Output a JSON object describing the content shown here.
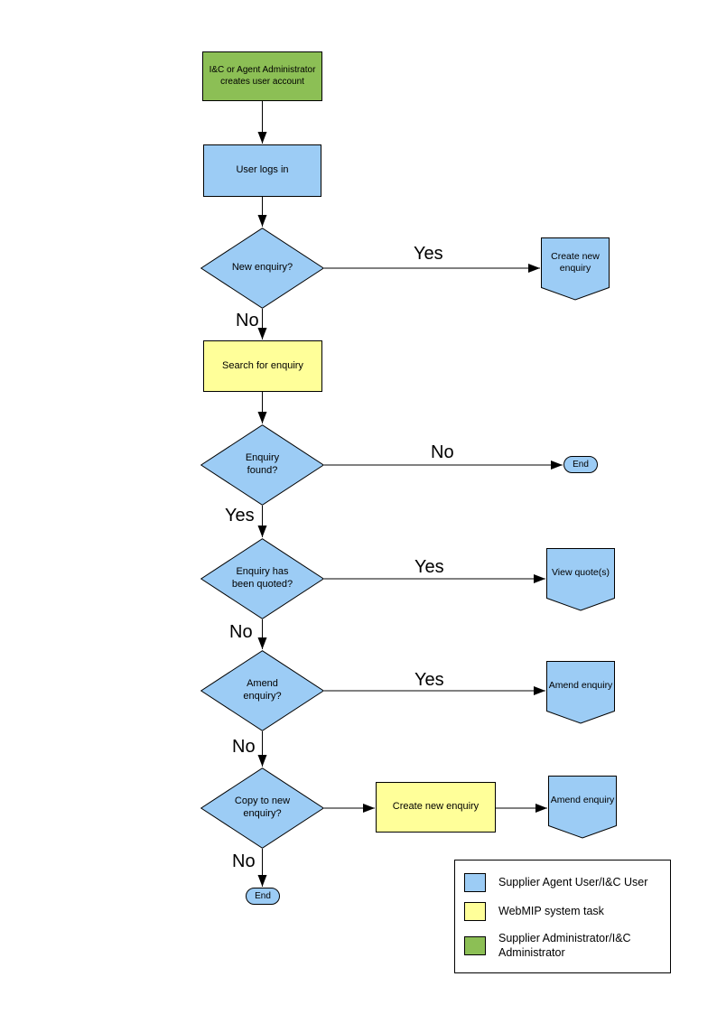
{
  "colors": {
    "actor_blue": "#9CCCF5",
    "system_yellow": "#FFFF99",
    "admin_green": "#8CBF55",
    "line": "#000000"
  },
  "nodes": {
    "create_account": {
      "label": "I&C or Agent Administrator creates user account"
    },
    "user_logs_in": {
      "label": "User logs in"
    },
    "new_enquiry": {
      "label": "New enquiry?"
    },
    "create_new_enquiry_1": {
      "label": "Create new enquiry"
    },
    "search_for_enquiry": {
      "label": "Search for enquiry"
    },
    "enquiry_found": {
      "label": "Enquiry found?"
    },
    "end_1": {
      "label": "End"
    },
    "enquiry_quoted": {
      "label": "Enquiry has been quoted?"
    },
    "view_quotes": {
      "label": "View quote(s)"
    },
    "amend_enquiry_q": {
      "label": "Amend enquiry?"
    },
    "amend_enquiry_1": {
      "label": "Amend enquiry"
    },
    "copy_to_new_enquiry": {
      "label": "Copy to new enquiry?"
    },
    "create_new_enquiry_2": {
      "label": "Create new enquiry"
    },
    "amend_enquiry_2": {
      "label": "Amend enquiry"
    },
    "end_2": {
      "label": "End"
    }
  },
  "edge_labels": {
    "yes_1": "Yes",
    "no_1": "No",
    "no_2": "No",
    "yes_2": "Yes",
    "yes_3": "Yes",
    "no_3": "No",
    "yes_4": "Yes",
    "no_4": "No",
    "no_5": "No"
  },
  "legend": {
    "items": [
      {
        "color": "#9CCCF5",
        "label": "Supplier Agent User/I&C User"
      },
      {
        "color": "#FFFF99",
        "label": "WebMIP system task"
      },
      {
        "color": "#8CBF55",
        "label": "Supplier Administrator/I&C Administrator"
      }
    ]
  }
}
